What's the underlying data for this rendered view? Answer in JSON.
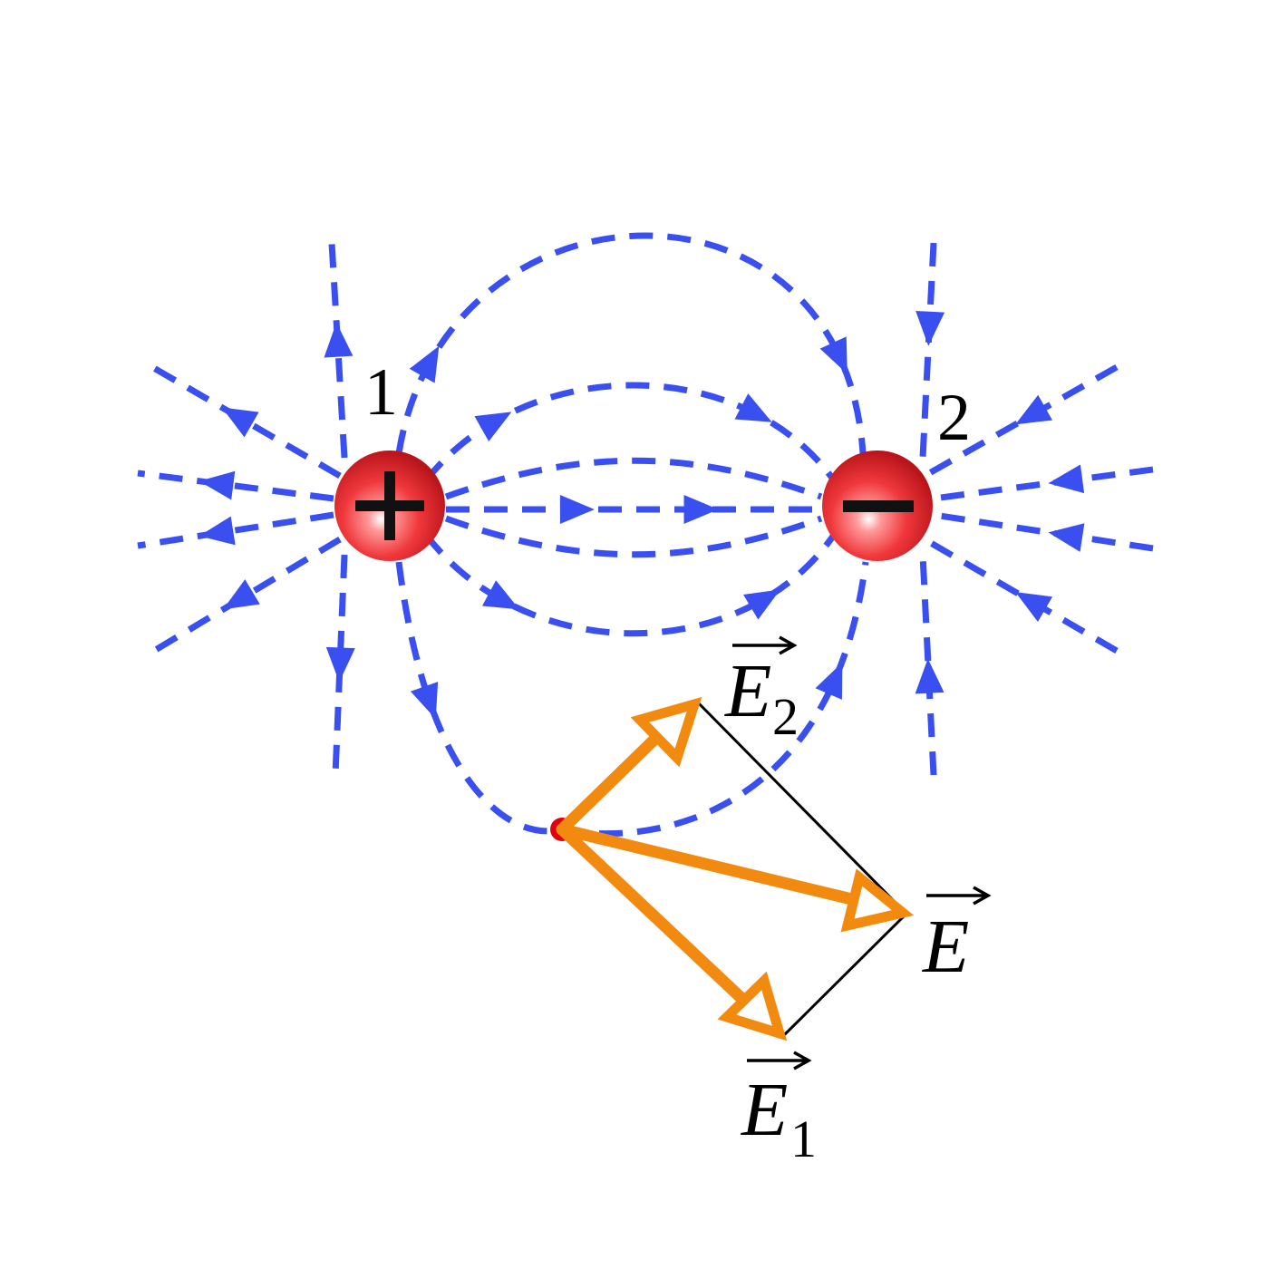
{
  "colors": {
    "field_line": "#3a4ff0",
    "vector": "#f28a10",
    "charge_fill": "#e8262b",
    "charge_highlight": "#ffffff",
    "test_point": "#e00010",
    "parallelogram": "#000000"
  },
  "charges": [
    {
      "id": "charge-1",
      "label": "1",
      "sign": "+"
    },
    {
      "id": "charge-2",
      "label": "2",
      "sign": "−"
    }
  ],
  "vectors": [
    {
      "id": "E1",
      "letter": "E",
      "subscript": "1"
    },
    {
      "id": "E2",
      "letter": "E",
      "subscript": "2"
    },
    {
      "id": "E",
      "letter": "E",
      "subscript": ""
    }
  ]
}
